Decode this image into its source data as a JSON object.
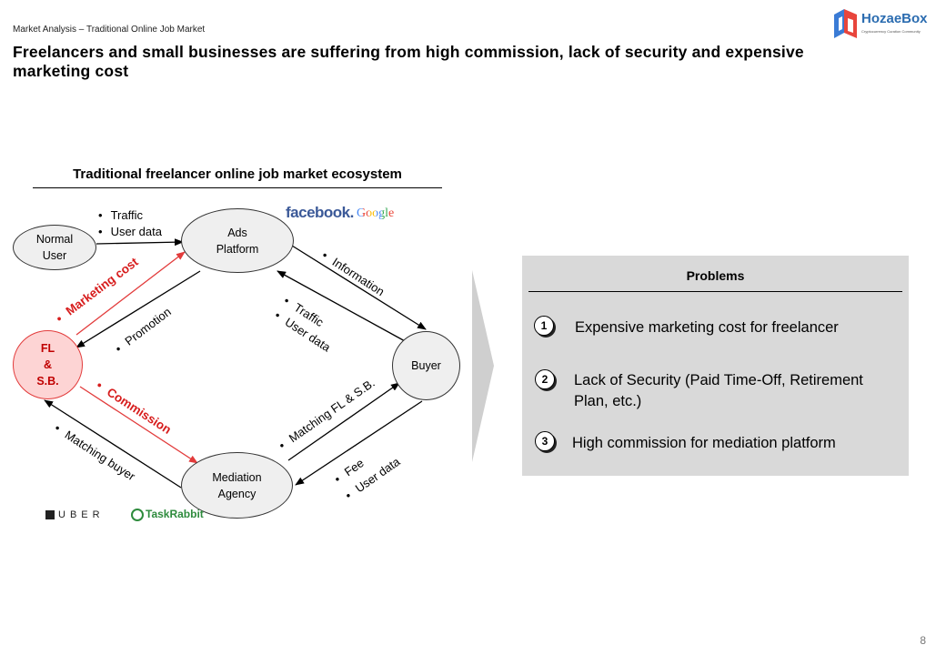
{
  "header": {
    "breadcrumb": "Market Analysis – Traditional Online Job Market",
    "headline": "Freelancers and small businesses are suffering from high commission, lack of security and expensive  marketing cost",
    "logo_text": "HozaeBox",
    "logo_tagline": "Cryptocurrency Curation Community"
  },
  "diagram": {
    "title": "Traditional freelancer  online job market ecosystem",
    "nodes": {
      "normal_user": "Normal\nUser",
      "ads_platform": "Ads\nPlatform",
      "fl_sb": "FL\n&\nS.B.",
      "buyer": "Buyer",
      "mediation_agency": "Mediation\nAgency"
    },
    "labels": {
      "traffic_top": "Traffic",
      "user_data_top": "User data",
      "marketing_cost": "Marketing cost",
      "promotion": "Promotion",
      "information": "Information",
      "traffic_mid": "Traffic",
      "user_data_mid": "User data",
      "commission": "Commission",
      "matching_fl_sb": "Matching FL & S.B.",
      "matching_buyer": "Matching buyer",
      "fee": "Fee",
      "user_data_bottom": "User data"
    },
    "brands": {
      "facebook": "facebook.",
      "google": "Google",
      "uber": "UBER",
      "taskrabbit": "TaskRabbit"
    },
    "colors": {
      "red_flow": "#e23b3b",
      "node_fill": "#efefef",
      "fl_fill": "#fdd4d4"
    }
  },
  "problems": {
    "title": "Problems",
    "items": [
      {
        "num": "1",
        "text": "Expensive marketing cost for freelancer"
      },
      {
        "num": "2",
        "text": "Lack of Security (Paid Time-Off, Retirement Plan, etc.)"
      },
      {
        "num": "3",
        "text": "High commission for mediation platform"
      }
    ]
  },
  "footer": {
    "page_number": "8"
  }
}
